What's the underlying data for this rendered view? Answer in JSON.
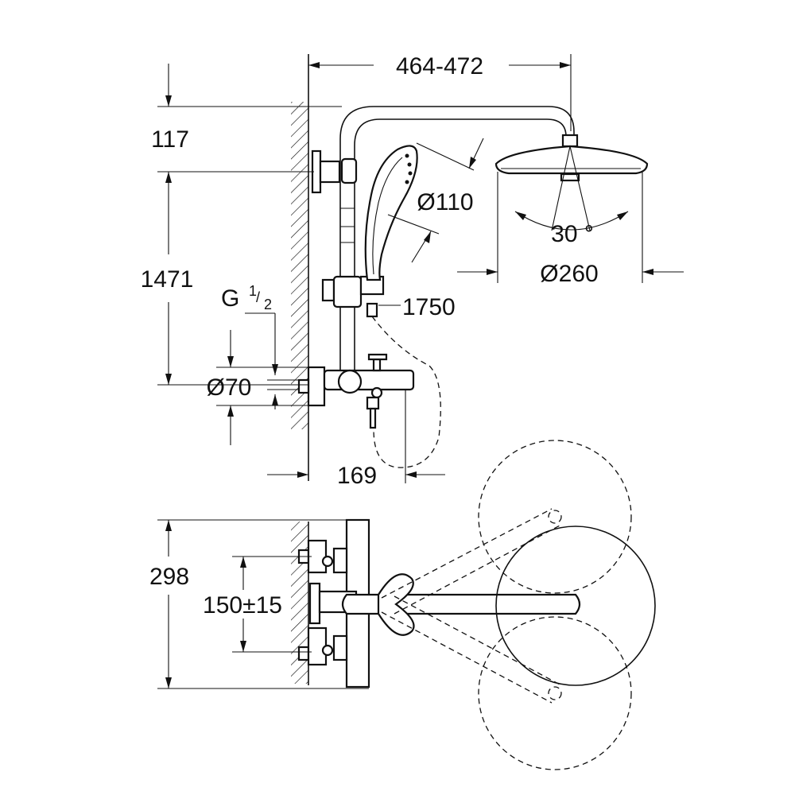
{
  "dimensions": {
    "arm_length": "464-472",
    "top_offset": "117",
    "rail_height": "1471",
    "thread": "G",
    "thread_num": "1",
    "thread_den": "2",
    "inlet_diameter": "Ø70",
    "hand_shower_diameter": "Ø110",
    "hose_length": "1750",
    "tilt_angle": "30 °",
    "head_diameter": "Ø260",
    "spout_projection": "169",
    "depth": "298",
    "inlet_spacing": "150±15"
  }
}
